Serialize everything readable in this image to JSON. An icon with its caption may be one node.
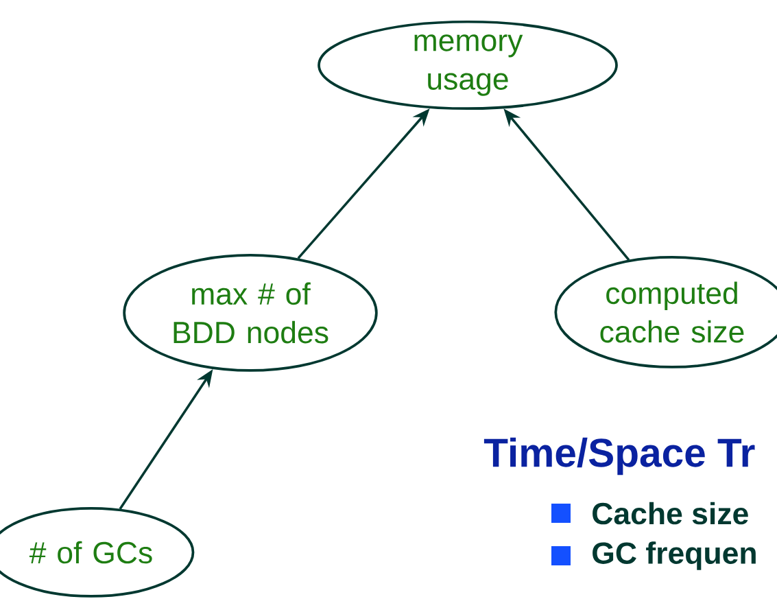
{
  "diagram": {
    "nodes": [
      {
        "text": [
          "memory usage"
        ]
      },
      {
        "text": [
          "max # of BDD nodes"
        ]
      },
      {
        "text": [
          "computed cache size"
        ]
      },
      {
        "text": [
          "# of GCs"
        ]
      }
    ],
    "edges": [
      {
        "from": 1,
        "to": 0,
        "arrow": "to"
      },
      {
        "from": 2,
        "to": 0,
        "arrow": "to"
      },
      {
        "from": 3,
        "to": 1,
        "arrow": "to"
      }
    ],
    "labels": [
      "Time/Space Tr",
      "Cache size",
      "GC frequen"
    ]
  }
}
